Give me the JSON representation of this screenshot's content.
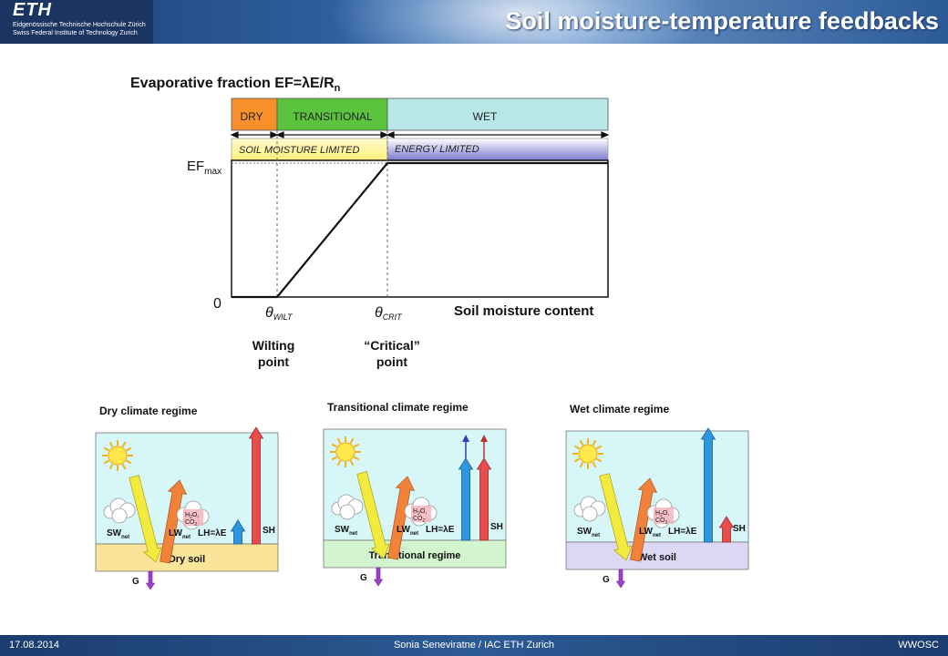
{
  "header": {
    "logo_mark": "ETH",
    "logo_line1": "Eidgenössische Technische Hochschule Zürich",
    "logo_line2": "Swiss Federal Institute of Technology Zurich",
    "title": "Soil moisture-temperature feedbacks"
  },
  "diagram": {
    "title_main": "Evaporative fraction EF=",
    "title_lambda": "λ",
    "title_rest": "E/R",
    "title_sub": "n",
    "regimes": [
      "DRY",
      "TRANSITIONAL",
      "WET"
    ],
    "limit_soil": "SOIL MOISTURE LIMITED",
    "limit_energy": "ENERGY LIMITED",
    "ef_label": "EF",
    "ef_sub": "max",
    "zero_label": "0",
    "theta": "θ",
    "wilt_sub": "WILT",
    "crit_sub": "CRIT",
    "x_axis_label": "Soil moisture content",
    "wilting_line1": "Wilting",
    "wilting_line2": "point",
    "critical_line1": "“Critical”",
    "critical_line2": "point"
  },
  "panels": {
    "labels": {
      "sw": "SW",
      "lw": "LW",
      "net": "net",
      "lh": "LH=λE",
      "sh": "SH",
      "g": "G",
      "h2o": "H",
      "h2o_sub": "2",
      "h2o_end": "O,",
      "co2": "CO",
      "co2_sub": "2"
    },
    "dry": {
      "title": "Dry climate regime",
      "ground": "Dry soil"
    },
    "transitional": {
      "title": "Transitional climate regime",
      "ground": "Transitional regime"
    },
    "wet": {
      "title": "Wet climate regime",
      "ground": "Wet soil"
    }
  },
  "footer": {
    "date": "17.08.2014",
    "author": "Sonia Seneviratne / IAC ETH Zurich",
    "event": "WWOSC"
  },
  "colors": {
    "dry": "#f7902b",
    "transitional": "#5cc33f",
    "wet": "#b9e6e6",
    "soil_limited": "#fff6a2",
    "energy_limited": "#8a8ad4",
    "sky": "#d6f6f8",
    "dry_soil": "#fbe49a",
    "transitional_ground": "#d2f4cf",
    "wet_soil": "#dcd8f4",
    "sw_arrow": "#f3ea3e",
    "lw_arrow": "#f2823a",
    "lh_arrow": "#2c96e0",
    "sh_arrow": "#ea4b4b",
    "g_arrow": "#9c3fd0"
  }
}
